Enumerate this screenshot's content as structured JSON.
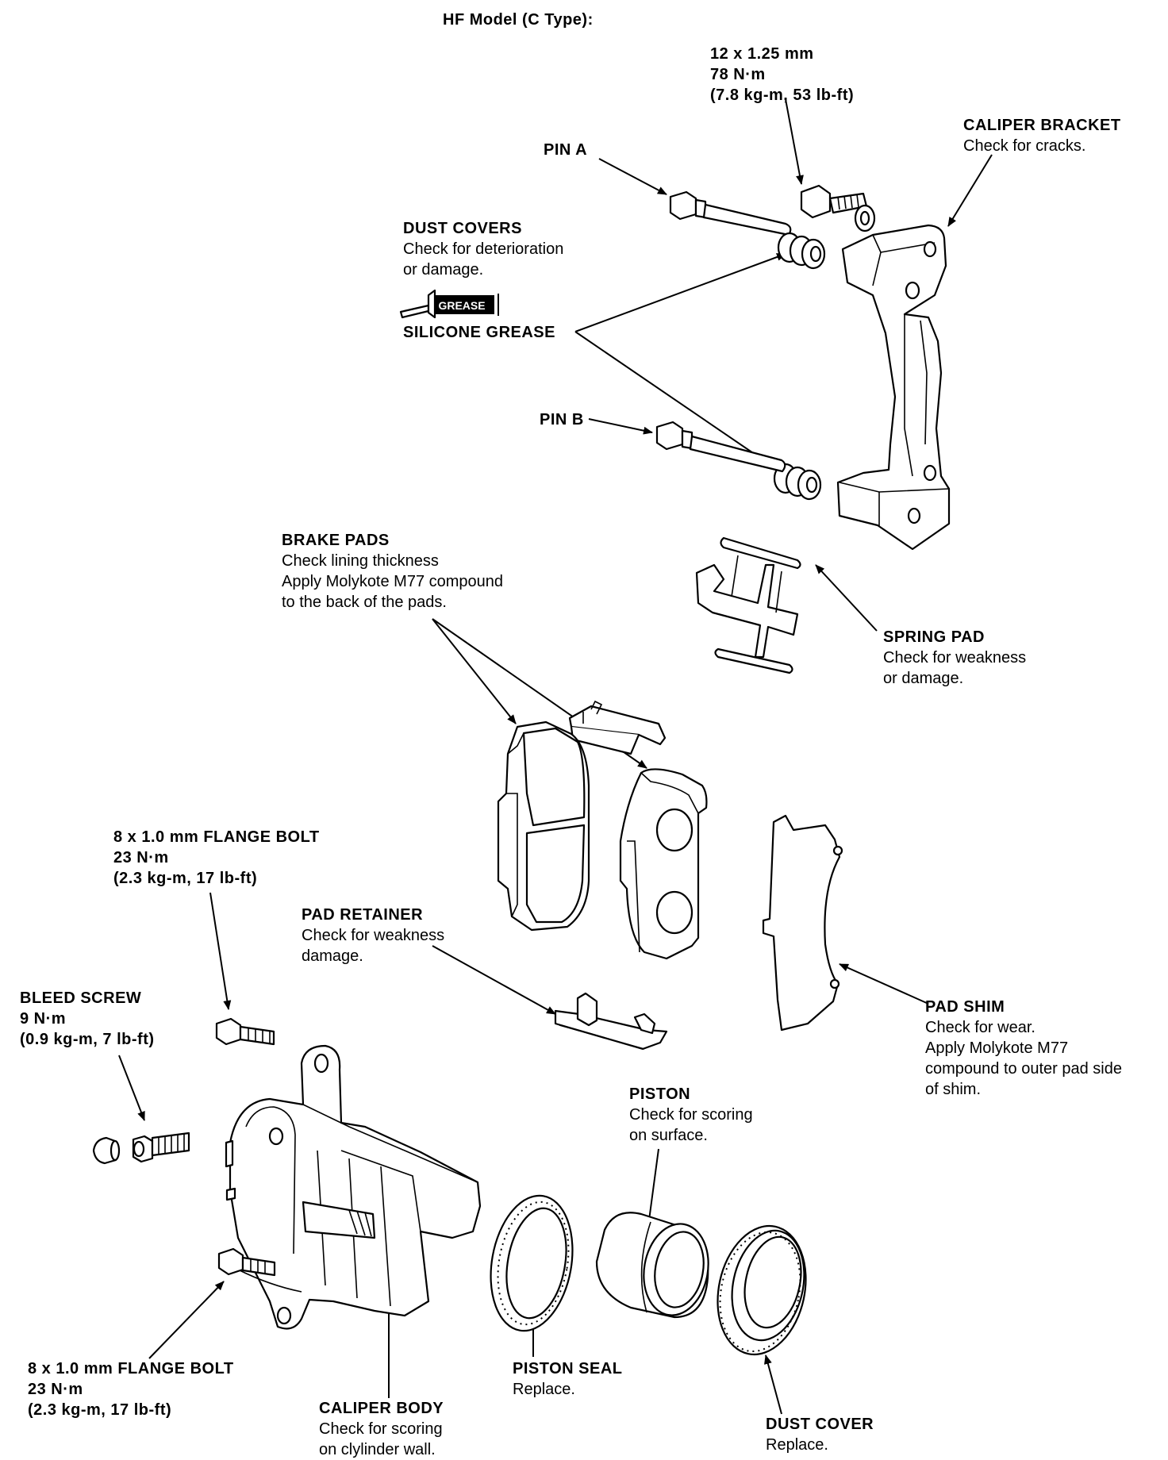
{
  "title": "HF Model (C Type):",
  "labels": {
    "bolt_top": {
      "title": "12 x 1.25 mm",
      "lines": [
        "78 N·m",
        "(7.8 kg-m, 53 lb-ft)"
      ]
    },
    "caliper_bracket": {
      "title": "CALIPER BRACKET",
      "lines": [
        "Check for cracks."
      ]
    },
    "pin_a": {
      "title": "PIN A"
    },
    "dust_covers": {
      "title": "DUST COVERS",
      "lines": [
        "Check for deterioration",
        "or damage."
      ]
    },
    "grease_tube": {
      "text": "GREASE"
    },
    "silicone_grease": {
      "title": "SILICONE GREASE"
    },
    "pin_b": {
      "title": "PIN B"
    },
    "brake_pads": {
      "title": "BRAKE PADS",
      "lines": [
        "Check lining thickness",
        "Apply Molykote M77 compound",
        "to the back of the pads."
      ]
    },
    "spring_pad": {
      "title": "SPRING PAD",
      "lines": [
        "Check for weakness",
        "or damage."
      ]
    },
    "flange_bolt_upper": {
      "title": "8 x 1.0 mm FLANGE BOLT",
      "lines": [
        "23 N·m",
        "(2.3 kg-m, 17 lb-ft)"
      ]
    },
    "pad_retainer": {
      "title": "PAD RETAINER",
      "lines": [
        "Check for weakness",
        "damage."
      ]
    },
    "bleed_screw": {
      "title": "BLEED SCREW",
      "lines": [
        "9 N·m",
        "(0.9 kg-m, 7 lb-ft)"
      ]
    },
    "pad_shim": {
      "title": "PAD SHIM",
      "lines": [
        "Check for wear.",
        "Apply Molykote M77",
        "compound to outer pad side",
        "of shim."
      ]
    },
    "piston": {
      "title": "PISTON",
      "lines": [
        "Check for scoring",
        "on surface."
      ]
    },
    "flange_bolt_lower": {
      "title": "8 x 1.0 mm FLANGE BOLT",
      "lines": [
        "23 N·m",
        "(2.3 kg-m, 17 lb-ft)"
      ]
    },
    "piston_seal": {
      "title": "PISTON SEAL",
      "lines": [
        "Replace."
      ]
    },
    "caliper_body": {
      "title": "CALIPER BODY",
      "lines": [
        "Check for scoring",
        "on clylinder wall."
      ]
    },
    "dust_cover": {
      "title": "DUST COVER",
      "lines": [
        "Replace."
      ]
    }
  }
}
